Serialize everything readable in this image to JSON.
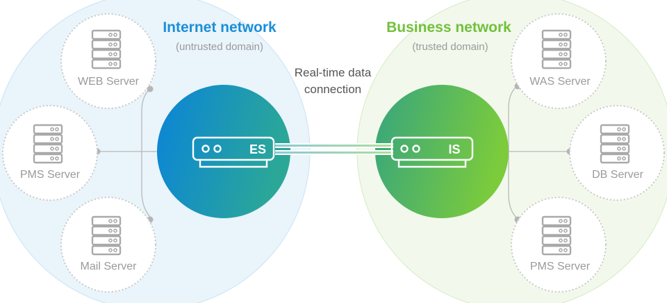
{
  "left_network": {
    "title": "Internet network",
    "subtitle": "(untrusted domain)",
    "title_color": "#1a8fd8",
    "device_label": "ES",
    "servers": [
      "WEB Server",
      "PMS Server",
      "Mail Server"
    ]
  },
  "right_network": {
    "title": "Business network",
    "subtitle": "(trusted domain)",
    "title_color": "#72c03c",
    "device_label": "IS",
    "servers": [
      "WAS Server",
      "DB Server",
      "PMS Server"
    ]
  },
  "connection": {
    "line1": "Real-time data",
    "line2": "connection"
  },
  "icons": {
    "server": "server-rack-icon",
    "device": "network-appliance-icon"
  },
  "colors": {
    "left_bg": "#eaf4fb",
    "right_bg": "#f2f9ec",
    "es_gradient": [
      "#0b86d6",
      "#2aa59a"
    ],
    "is_gradient": [
      "#3aa97a",
      "#78c93e"
    ],
    "server_gray": "#a9a9a9"
  }
}
